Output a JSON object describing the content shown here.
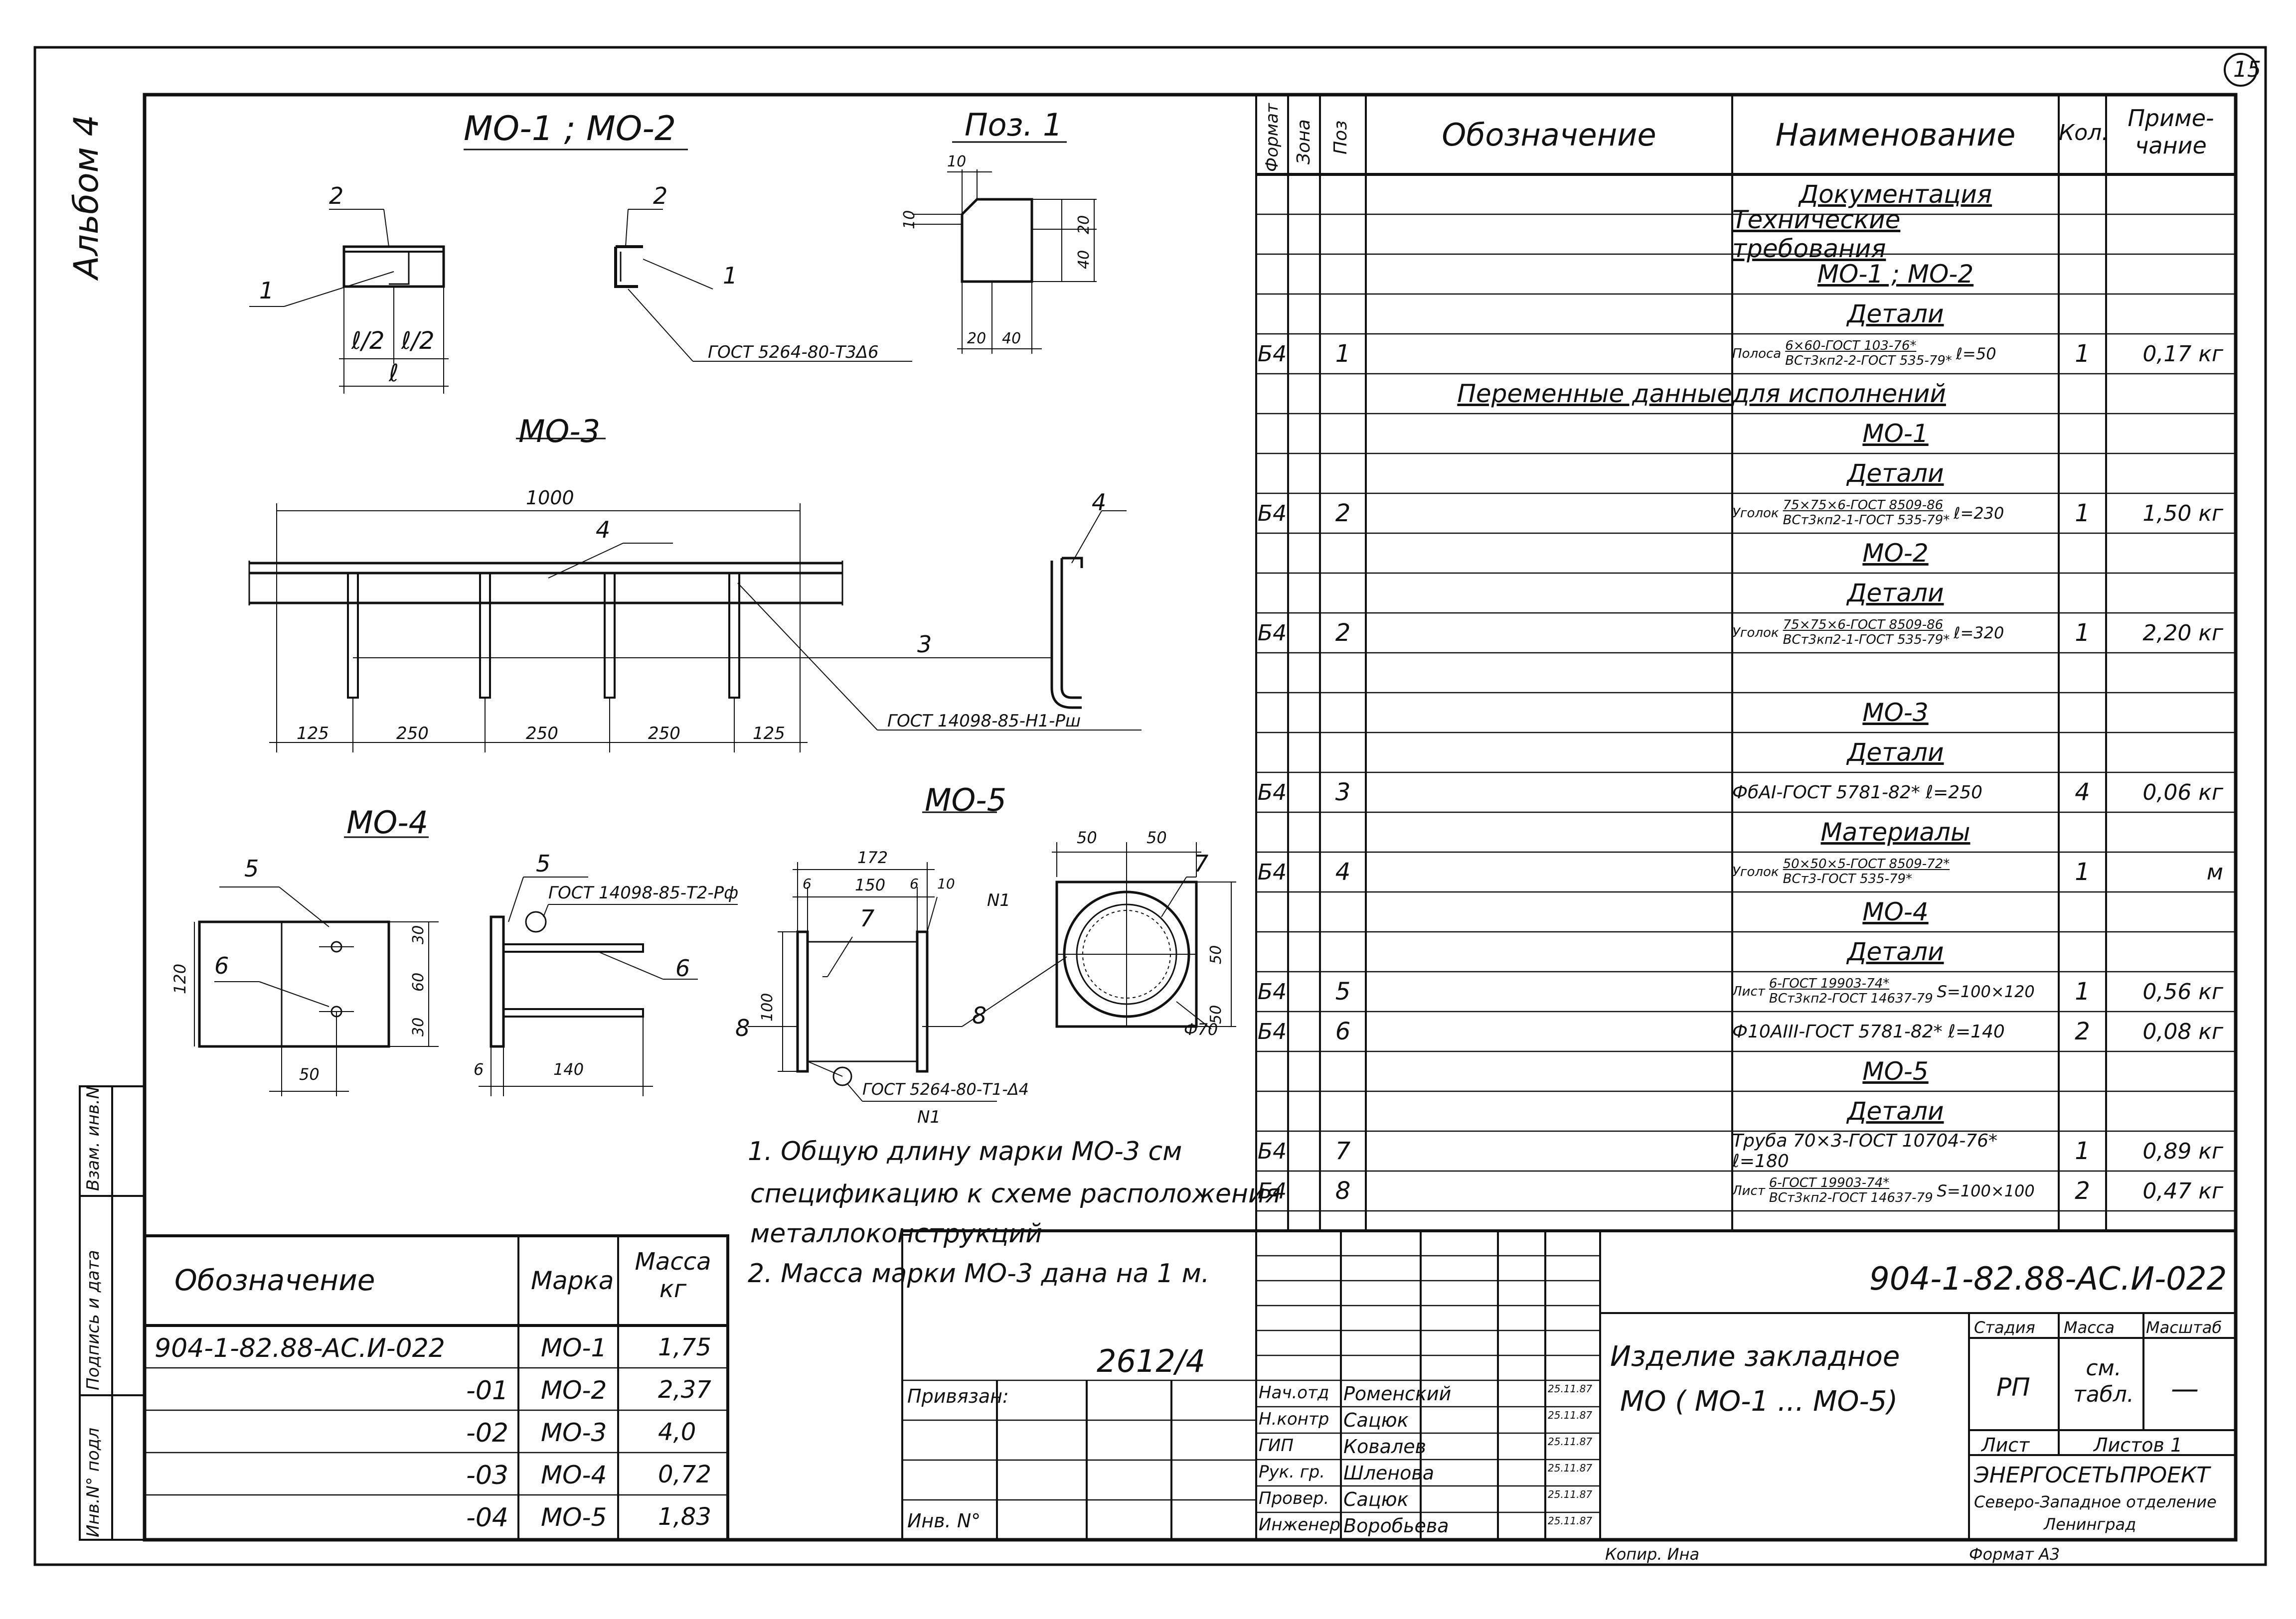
{
  "sheet_number": "15",
  "album_label": "Альбом 4",
  "left_strip": {
    "vzam": "Взам. инв.N",
    "podpis": "Подпись и дата",
    "inv": "Инв.N° подл"
  },
  "drawings": {
    "mo12": {
      "title": "МО-1 ; МО-2",
      "callout_1": "1",
      "callout_2": "2",
      "callout_2b": "2",
      "callout_1b": "1",
      "dim_l2_left": "ℓ/2",
      "dim_l2_right": "ℓ/2",
      "dim_l": "ℓ",
      "weld": "ГОСТ 5264-80-Т3Δ6"
    },
    "pos1": {
      "title": "Поз. 1",
      "d10_top": "10",
      "d10_left": "10",
      "d20_right": "20",
      "d40_right": "40",
      "d20_bottom": "20",
      "d40_bottom": "40"
    },
    "mo3": {
      "title": "МО-3",
      "d1000": "1000",
      "callout_4": "4",
      "callout_4b": "4",
      "callout_3": "3",
      "d125a": "125",
      "d250a": "250",
      "d250b": "250",
      "d250c": "250",
      "d125b": "125",
      "weld": "ГОСТ 14098-85-Н1-Рш"
    },
    "mo4": {
      "title": "МО-4",
      "callout_5": "5",
      "callout_6": "6",
      "callout_5b": "5",
      "callout_6b": "6",
      "d120": "120",
      "d30a": "30",
      "d60": "60",
      "d30b": "30",
      "d50": "50",
      "d6": "6",
      "d140": "140",
      "weld": "ГОСТ 14098-85-Т2-Рф"
    },
    "mo5": {
      "title": "МО-5",
      "d172": "172",
      "d6a": "6",
      "d150": "150",
      "d6b": "6",
      "d10": "10",
      "n1": "N1",
      "callout_7": "7",
      "callout_7b": "7",
      "callout_8": "8",
      "callout_8b": "8",
      "d100": "100",
      "d50a": "50",
      "d50b": "50",
      "d50c": "50",
      "d50d": "50",
      "d70": "Ф70",
      "weld": "ГОСТ 5264-80-Т1-Δ4",
      "n1b": "N1"
    }
  },
  "notes": {
    "line1": "1. Общую длину марки МО-3 см",
    "line2": "спецификацию к схеме расположения",
    "line3": "металлоконструкций",
    "line4": "2. Масса марки МО-3 дана на 1 м."
  },
  "mass_table": {
    "headers": [
      "Обозначение",
      "Марка",
      "Масса кг"
    ],
    "rows": [
      [
        "904-1-82.88-АС.И-022",
        "МО-1",
        "1,75"
      ],
      [
        "-01",
        "МО-2",
        "2,37"
      ],
      [
        "-02",
        "МО-3",
        "4,0"
      ],
      [
        "-03",
        "МО-4",
        "0,72"
      ],
      [
        "-04",
        "МО-5",
        "1,83"
      ]
    ]
  },
  "spec": {
    "headers": {
      "format": "Формат",
      "zone": "Зона",
      "pos": "Поз",
      "designation": "Обозначение",
      "name": "Наименование",
      "qty": "Кол.",
      "note": "Приме-чание"
    },
    "rows": [
      {
        "type": "section",
        "name": "Документация"
      },
      {
        "type": "section",
        "name": "Технические требования"
      },
      {
        "type": "section",
        "name": "МО-1 ; МО-2"
      },
      {
        "type": "section",
        "name": "Детали"
      },
      {
        "type": "item",
        "format": "Б4",
        "pos": "1",
        "prefix": "Полоса",
        "top": "6×60-ГОСТ 103-76*",
        "bottom": "ВСт3кп2-2-ГОСТ 535-79*",
        "size": "ℓ=50",
        "qty": "1",
        "note": "0,17 кг"
      },
      {
        "type": "wide",
        "designation": "Переменные данные",
        "name": "для исполнений"
      },
      {
        "type": "section",
        "name": "МО-1"
      },
      {
        "type": "section",
        "name": "Детали"
      },
      {
        "type": "item",
        "format": "Б4",
        "pos": "2",
        "prefix": "Уголок",
        "top": "75×75×6-ГОСТ 8509-86",
        "bottom": "ВСт3кп2-1-ГОСТ 535-79*",
        "size": "ℓ=230",
        "qty": "1",
        "note": "1,50 кг"
      },
      {
        "type": "section",
        "name": "МО-2"
      },
      {
        "type": "section",
        "name": "Детали"
      },
      {
        "type": "item",
        "format": "Б4",
        "pos": "2",
        "prefix": "Уголок",
        "top": "75×75×6-ГОСТ 8509-86",
        "bottom": "ВСт3кп2-1-ГОСТ 535-79*",
        "size": "ℓ=320",
        "qty": "1",
        "note": "2,20 кг"
      },
      {
        "type": "empty"
      },
      {
        "type": "section",
        "name": "МО-3"
      },
      {
        "type": "section",
        "name": "Детали"
      },
      {
        "type": "item",
        "format": "Б4",
        "pos": "3",
        "prefix": "",
        "top": "",
        "bottom": "",
        "size": "ФбАI-ГОСТ 5781-82* ℓ=250",
        "qty": "4",
        "note": "0,06 кг"
      },
      {
        "type": "section",
        "name": "Материалы"
      },
      {
        "type": "item",
        "format": "Б4",
        "pos": "4",
        "prefix": "Уголок",
        "top": "50×50×5-ГОСТ 8509-72*",
        "bottom": "ВСт3-ГОСТ 535-79*",
        "size": "",
        "qty": "1",
        "note": "м"
      },
      {
        "type": "section",
        "name": "МО-4"
      },
      {
        "type": "section",
        "name": "Детали"
      },
      {
        "type": "item",
        "format": "Б4",
        "pos": "5",
        "prefix": "Лист",
        "top": "6-ГОСТ 19903-74*",
        "bottom": "ВСт3кп2-ГОСТ 14637-79",
        "size": "S=100×120",
        "qty": "1",
        "note": "0,56 кг"
      },
      {
        "type": "item",
        "format": "Б4",
        "pos": "6",
        "prefix": "",
        "top": "",
        "bottom": "",
        "size": "Ф10АIII-ГОСТ 5781-82* ℓ=140",
        "qty": "2",
        "note": "0,08 кг"
      },
      {
        "type": "section",
        "name": "МО-5"
      },
      {
        "type": "section",
        "name": "Детали"
      },
      {
        "type": "item",
        "format": "Б4",
        "pos": "7",
        "prefix": "",
        "top": "",
        "bottom": "",
        "size": "Труба 70×3-ГОСТ 10704-76* ℓ=180",
        "qty": "1",
        "note": "0,89 кг"
      },
      {
        "type": "item",
        "format": "Б4",
        "pos": "8",
        "prefix": "Лист",
        "top": "6-ГОСТ 19903-74*",
        "bottom": "ВСт3кп2-ГОСТ 14637-79",
        "size": "S=100×100",
        "qty": "2",
        "note": "0,47 кг"
      }
    ]
  },
  "title_block": {
    "code": "904-1-82.88-АС.И-022",
    "product_line1": "Изделие  закладное",
    "product_line2": "МО ( МО-1 ... МО-5)",
    "stage_h": "Стадия",
    "mass_h": "Масса",
    "scale_h": "Масштаб",
    "stage": "РП",
    "mass": "см. табл.",
    "scale": "—",
    "sheet_h": "Лист",
    "sheets_h": "Листов 1",
    "org1": "ЭНЕРГОСЕТЬПРОЕКТ",
    "org2": "Северо-Западное отделение",
    "org3": "Ленинград",
    "handwritten": "2612/4",
    "privyazan": "Привязан:",
    "inv_n": "Инв. N°",
    "roles": [
      {
        "role": "Нач.отд",
        "name": "Роменский",
        "date": "25.11.87"
      },
      {
        "role": "Н.контр",
        "name": "Сацюк",
        "date": "25.11.87"
      },
      {
        "role": "ГИП",
        "name": "Ковалев",
        "date": "25.11.87"
      },
      {
        "role": "Рук. гр.",
        "name": "Шленова",
        "date": "25.11.87"
      },
      {
        "role": "Провер.",
        "name": "Сацюк",
        "date": "25.11.87"
      },
      {
        "role": "Инженер",
        "name": "Воробьева",
        "date": "25.11.87"
      }
    ],
    "kopir": "Копир. Ина",
    "format": "Формат А3"
  }
}
